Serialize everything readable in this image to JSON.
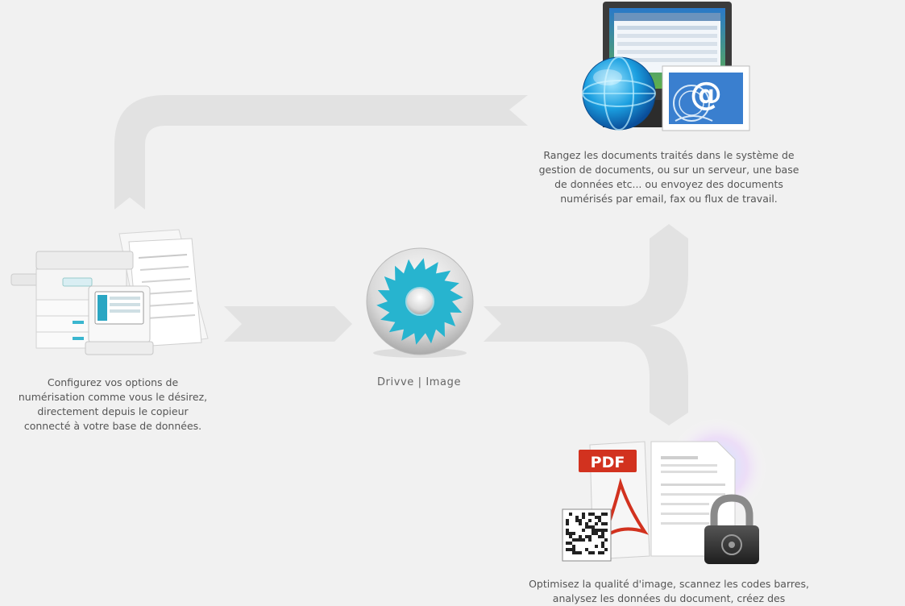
{
  "diagram": {
    "center_label": "Drivve | Image",
    "copier_caption": [
      "Configurez vos options de",
      "numérisation comme vous le désirez,",
      "directement depuis le copieur",
      "connecté à votre base de données."
    ],
    "store_caption": [
      "Rangez les documents traités dans le système de",
      "gestion de documents, ou sur un serveur, une base",
      "de données etc... ou envoyez des documents",
      "numérisés par email, fax ou flux de travail."
    ],
    "optimize_caption": [
      "Optimisez la qualité d'image, scannez les codes barres,",
      "analysez les données du document, créez des"
    ],
    "pdf_label": "PDF",
    "email_symbol": "@",
    "icons": [
      "copier-icon",
      "saw-blade-icon",
      "monitor-icon",
      "globe-icon",
      "email-stamp-icon",
      "pdf-document-icon",
      "barcode-icon",
      "padlock-icon"
    ],
    "colors": {
      "background": "#f1f1f1",
      "arrow": "#e2e2e2",
      "blade": "#27b4cf",
      "pdf_red": "#d2321f",
      "text": "#555555"
    }
  }
}
